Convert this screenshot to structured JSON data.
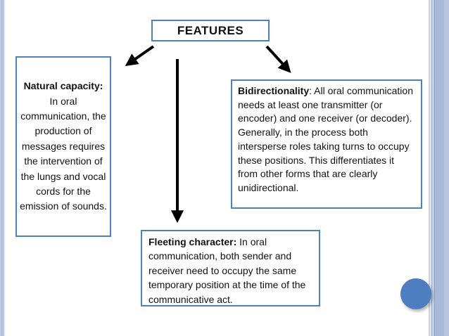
{
  "slide": {
    "title": "FEATURES",
    "boxes": {
      "natural": {
        "heading": "Natural capacity:",
        "body": " In oral communication, the production of messages requires the intervention of the lungs and vocal cords for the emission of sounds."
      },
      "bidirectional": {
        "heading": "Bidirectionality",
        "body": ": All oral communication needs at least one transmitter (or encoder) and one receiver (or decoder). Generally, in the process both intersperse roles taking turns to occupy these positions. This differentiates it from other forms that are clearly unidirectional."
      },
      "fleeting": {
        "heading": "Fleeting character:",
        "body": " In oral communication, both sender and receiver need to occupy the same temporary position at the time of the communicative act."
      }
    },
    "colors": {
      "box_border": "#4f81bd",
      "arrow": "#000000",
      "accent_circle": "#4d7ebf",
      "edge_stripe_light": "#b3c0dd",
      "edge_stripe_dark": "#9cadce"
    }
  }
}
